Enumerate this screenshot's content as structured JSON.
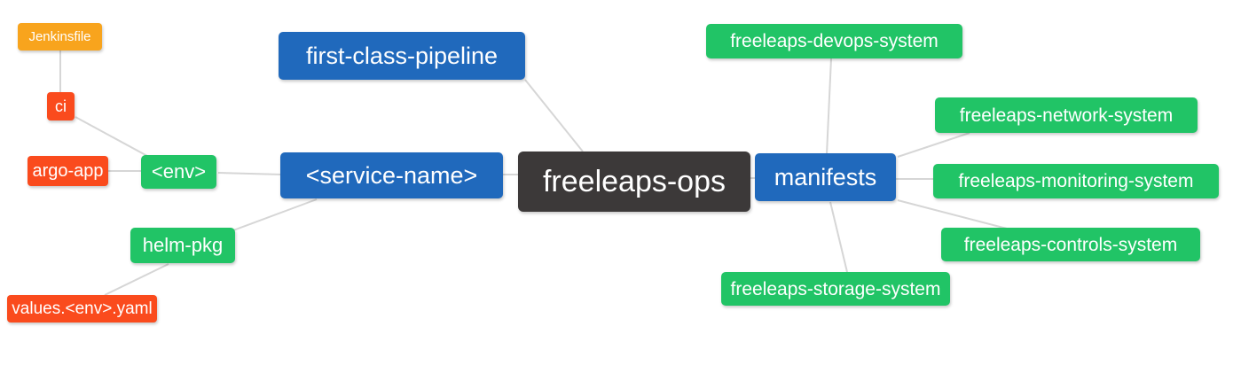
{
  "diagram": {
    "type": "mindmap",
    "background": "#ffffff",
    "palette": {
      "root": "#3C3939",
      "blue": "#2069BC",
      "green": "#21C466",
      "red": "#FA4B1D",
      "amber": "#F8A41D",
      "edge": "#D6D6D6",
      "text": "#FFFFFF"
    },
    "nodes": {
      "freeleaps_ops": {
        "label": "freeleaps-ops",
        "role": "root"
      },
      "first_class_pipeline": {
        "label": "first-class-pipeline",
        "role": "branch"
      },
      "service_name": {
        "label": "<service-name>",
        "role": "branch"
      },
      "manifests": {
        "label": "manifests",
        "role": "branch"
      },
      "env": {
        "label": "<env>",
        "role": "sub-branch"
      },
      "helm_pkg": {
        "label": "helm-pkg",
        "role": "sub-branch"
      },
      "ci": {
        "label": "ci",
        "role": "leaf"
      },
      "jenkinsfile": {
        "label": "Jenkinsfile",
        "role": "leaf"
      },
      "argo_app": {
        "label": "argo-app",
        "role": "leaf"
      },
      "values_env_yaml": {
        "label": "values.<env>.yaml",
        "role": "leaf"
      },
      "devops_system": {
        "label": "freeleaps-devops-system",
        "role": "sub-branch"
      },
      "network_system": {
        "label": "freeleaps-network-system",
        "role": "sub-branch"
      },
      "monitoring_system": {
        "label": "freeleaps-monitoring-system",
        "role": "sub-branch"
      },
      "controls_system": {
        "label": "freeleaps-controls-system",
        "role": "sub-branch"
      },
      "storage_system": {
        "label": "freeleaps-storage-system",
        "role": "sub-branch"
      }
    },
    "edges": [
      {
        "from": "jenkinsfile",
        "to": "ci"
      },
      {
        "from": "ci",
        "to": "env"
      },
      {
        "from": "argo_app",
        "to": "env"
      },
      {
        "from": "env",
        "to": "service_name"
      },
      {
        "from": "helm_pkg",
        "to": "service_name"
      },
      {
        "from": "values_env_yaml",
        "to": "helm_pkg"
      },
      {
        "from": "first_class_pipeline",
        "to": "freeleaps_ops"
      },
      {
        "from": "service_name",
        "to": "freeleaps_ops"
      },
      {
        "from": "freeleaps_ops",
        "to": "manifests"
      },
      {
        "from": "manifests",
        "to": "devops_system"
      },
      {
        "from": "manifests",
        "to": "network_system"
      },
      {
        "from": "manifests",
        "to": "monitoring_system"
      },
      {
        "from": "manifests",
        "to": "controls_system"
      },
      {
        "from": "manifests",
        "to": "storage_system"
      }
    ]
  }
}
